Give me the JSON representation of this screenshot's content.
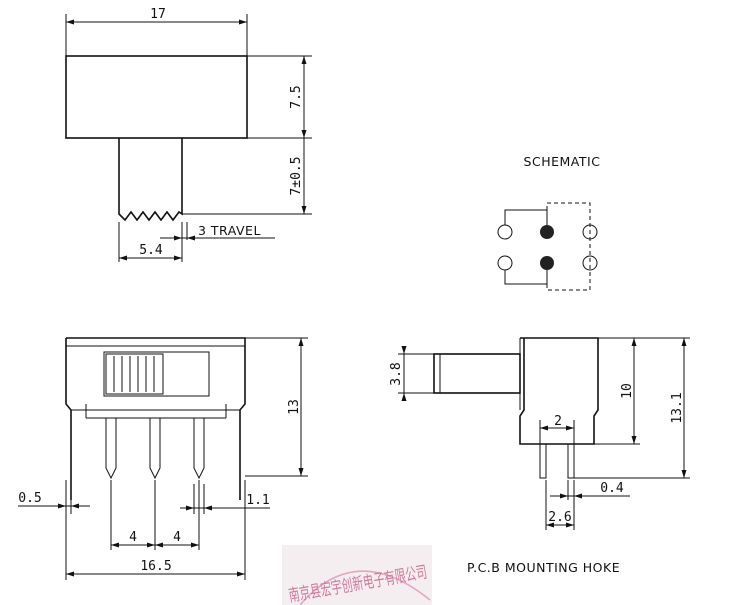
{
  "top_view": {
    "width_dim": "17",
    "body_height_dim": "7.5",
    "actuator_height_dim": "7±0.5",
    "travel_label": "3 TRAVEL",
    "actuator_width_dim": "5.4"
  },
  "schematic": {
    "title": "SCHEMATIC"
  },
  "front_view": {
    "height_dim": "13",
    "pin_thickness_left": "0.5",
    "pin_width_right": "1.1",
    "pitch_1": "4",
    "pitch_2": "4",
    "overall_width": "16.5"
  },
  "side_view": {
    "actuator_dim": "3.8",
    "body_height_dim": "10",
    "overall_height_dim": "13.1",
    "lead_spacing_dim": "2",
    "lead_thickness_dim": "0.4",
    "lead_pitch_dim": "2.6",
    "mounting_label": "P.C.B MOUNTING HOKE"
  },
  "stamp": {
    "text": "南京县宏宇创新电子有限公司"
  }
}
